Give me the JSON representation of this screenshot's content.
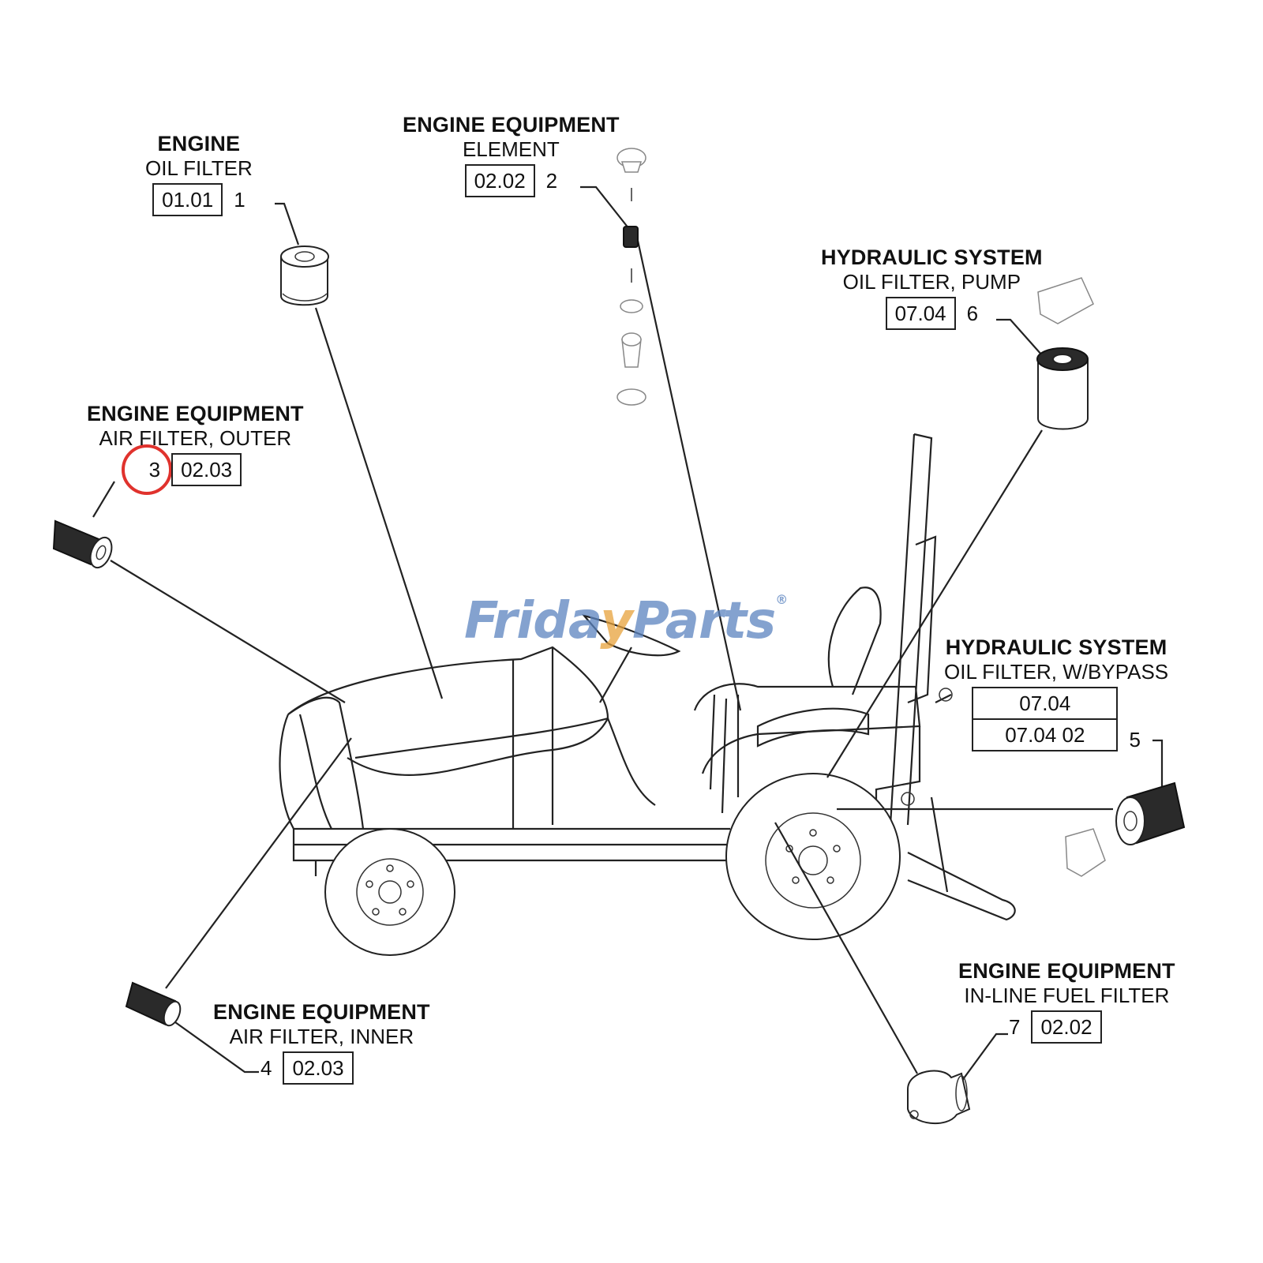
{
  "watermark": {
    "brand_left": "Frida",
    "brand_mid": "y",
    "brand_right": "Parts",
    "mark": "®"
  },
  "callouts": [
    {
      "id": "c1",
      "title": "ENGINE",
      "subtitle": "OIL FILTER",
      "refs": [
        "01.01"
      ],
      "number": "1"
    },
    {
      "id": "c2",
      "title": "ENGINE EQUIPMENT",
      "subtitle": "ELEMENT",
      "refs": [
        "02.02"
      ],
      "number": "2"
    },
    {
      "id": "c3",
      "title": "ENGINE EQUIPMENT",
      "subtitle": "AIR FILTER, OUTER",
      "refs": [
        "02.03"
      ],
      "number": "3"
    },
    {
      "id": "c4",
      "title": "ENGINE EQUIPMENT",
      "subtitle": "AIR FILTER, INNER",
      "refs": [
        "02.03"
      ],
      "number": "4"
    },
    {
      "id": "c5",
      "title": "HYDRAULIC SYSTEM",
      "subtitle": "OIL FILTER, W/BYPASS",
      "refs": [
        "07.04",
        "07.04 02"
      ],
      "number": "5"
    },
    {
      "id": "c6",
      "title": "HYDRAULIC SYSTEM",
      "subtitle": "OIL FILTER, PUMP",
      "refs": [
        "07.04"
      ],
      "number": "6"
    },
    {
      "id": "c7",
      "title": "ENGINE EQUIPMENT",
      "subtitle": "IN-LINE FUEL FILTER",
      "refs": [
        "02.02"
      ],
      "number": "7"
    }
  ],
  "highlight": {
    "item": "3",
    "color": "#e0322d"
  }
}
